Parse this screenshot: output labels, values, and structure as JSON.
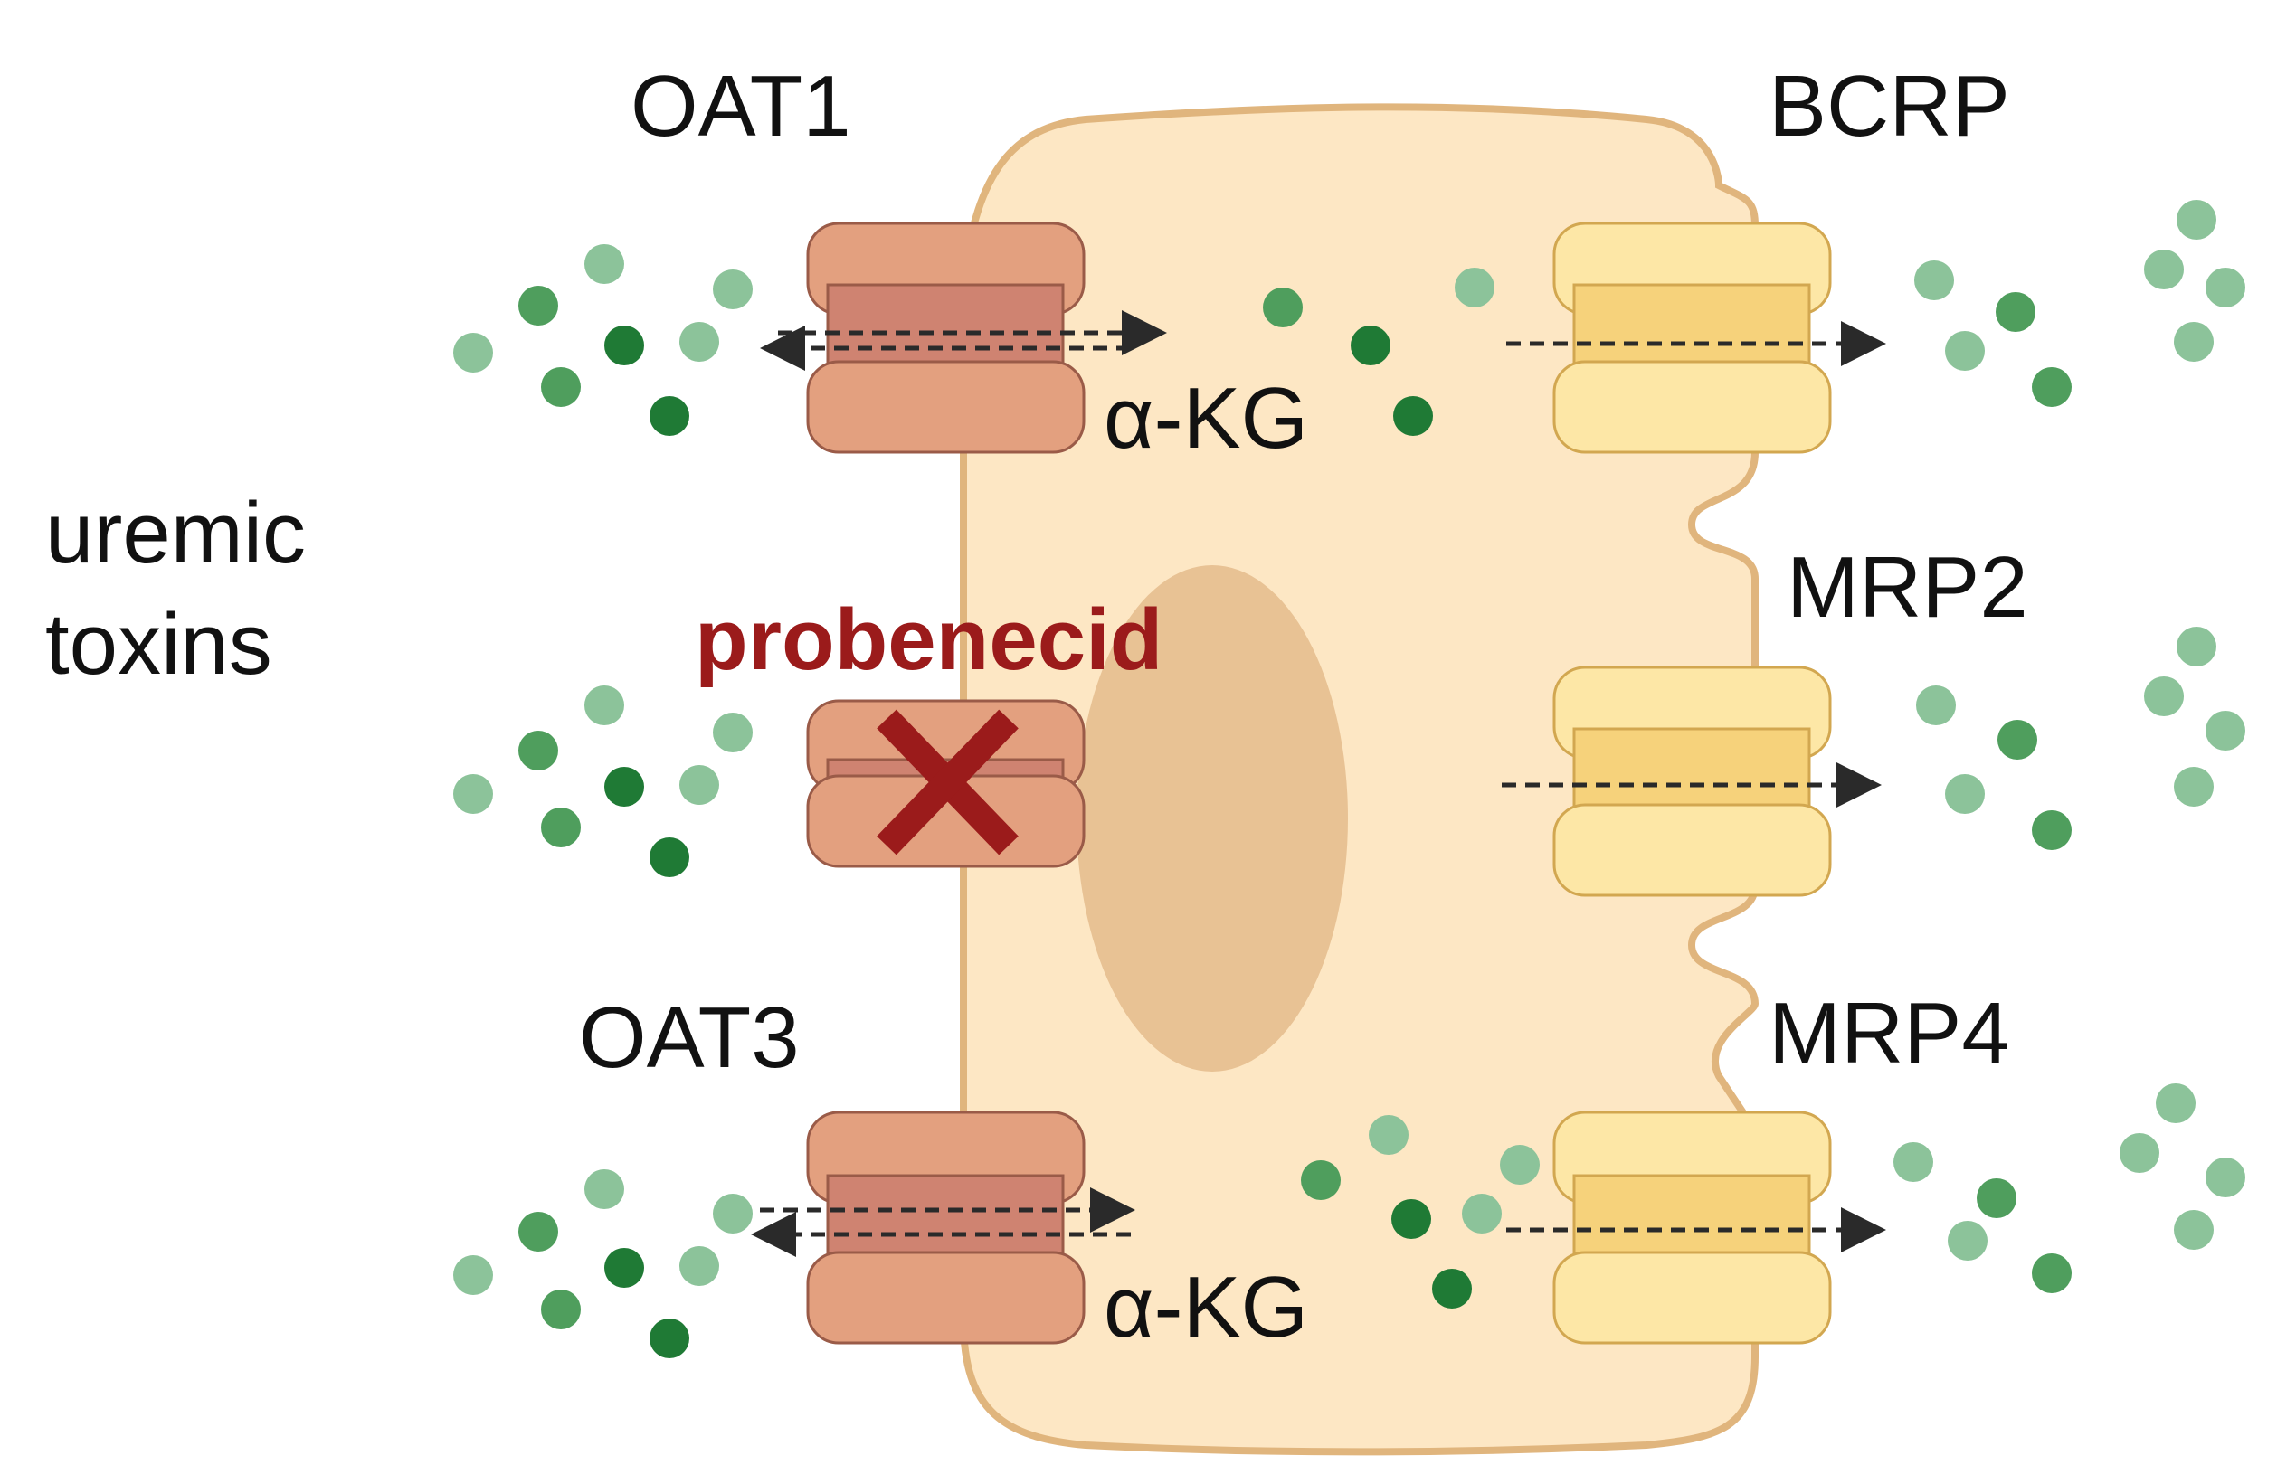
{
  "labels": {
    "oat1": "OAT1",
    "oat3": "OAT3",
    "bcrp": "BCRP",
    "mrp2": "MRP2",
    "mrp4": "MRP4",
    "uremic_line1": "uremic",
    "uremic_line2": "toxins",
    "akg_top": "α-KG",
    "akg_bottom": "α-KG",
    "probenecid": "probenecid"
  },
  "colors": {
    "cell_fill": "#fde7c4",
    "cell_stroke": "#e0b57d",
    "nucleus": "#e8c294",
    "oat_outer": "#e3a07f",
    "oat_inner": "#cf8371",
    "oat_stroke": "#9a5b48",
    "efflux_outer": "#fde7a6",
    "efflux_inner": "#f6d27b",
    "efflux_stroke": "#d2a750",
    "inhibit_cross": "#9b1b1b",
    "probenecid_text": "#9b1b1b",
    "toxin_dark": "#1f7a35",
    "toxin_mid": "#4f9e5d",
    "toxin_light": "#8cc39a"
  },
  "icons": {
    "inhibition": "x-cross-icon",
    "toxin": "molecule-dot-icon"
  }
}
